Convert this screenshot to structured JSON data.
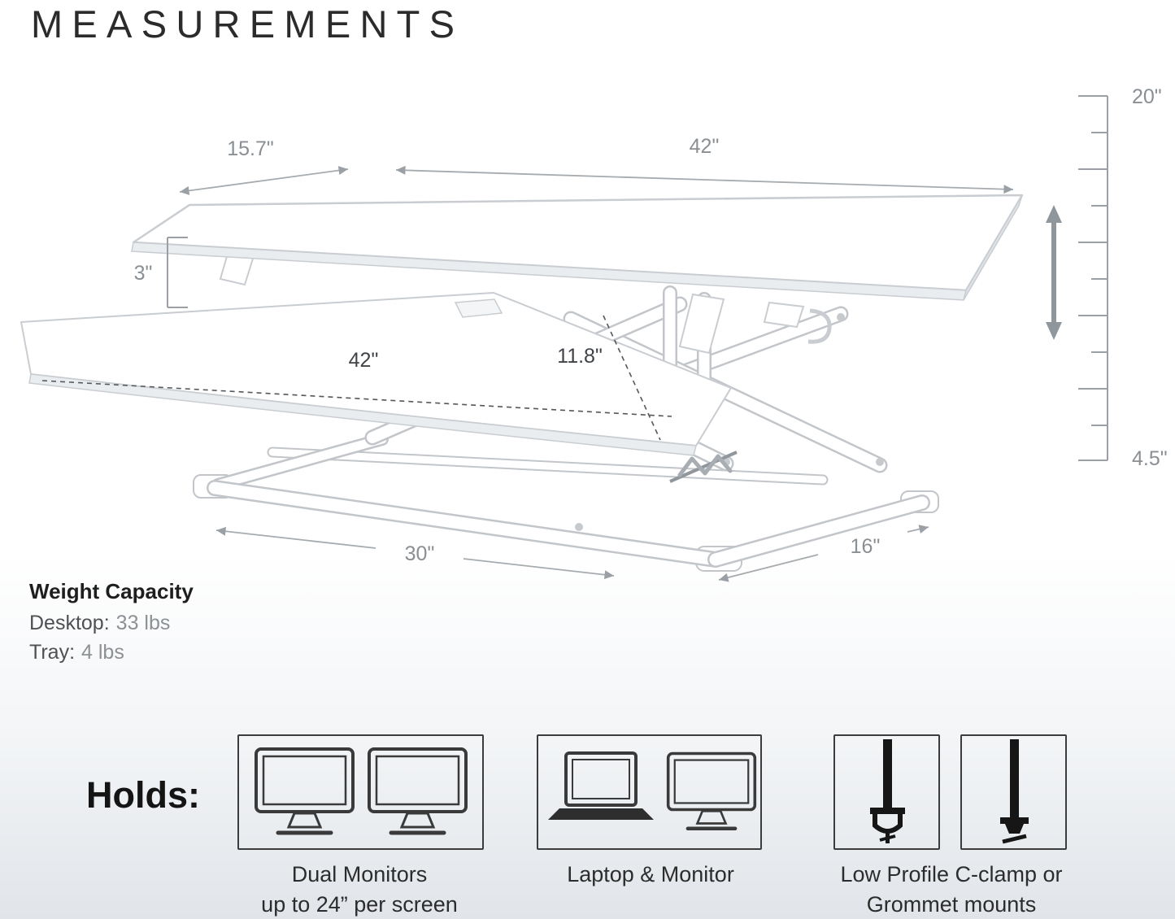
{
  "title": "MEASUREMENTS",
  "diagram": {
    "dimensions": {
      "top_depth": "15.7\"",
      "top_width": "42\"",
      "riser_thickness": "3\"",
      "tray_width": "42\"",
      "tray_depth": "11.8\"",
      "base_length": "30\"",
      "base_depth": "16\"",
      "max_height": "20\"",
      "min_height": "4.5\""
    }
  },
  "weight_capacity": {
    "heading": "Weight Capacity",
    "rows": [
      {
        "label": "Desktop:",
        "value": "33 lbs"
      },
      {
        "label": "Tray:",
        "value": "4 lbs"
      }
    ]
  },
  "holds": {
    "label": "Holds:",
    "items": [
      {
        "icon": "dual-monitors-icon",
        "caption_line1": "Dual Monitors",
        "caption_line2": "up to 24” per screen"
      },
      {
        "icon": "laptop-monitor-icon",
        "caption_line1": "Laptop & Monitor",
        "caption_line2": ""
      },
      {
        "icon": "c-clamp-grommet-icon",
        "caption_line1": "Low Profile C-clamp or",
        "caption_line2": "Grommet mounts"
      }
    ]
  },
  "colors": {
    "outline_gray": "#c9cdd1",
    "dimension_gray": "#9aa0a5",
    "text_dark": "#2c2c2c"
  }
}
